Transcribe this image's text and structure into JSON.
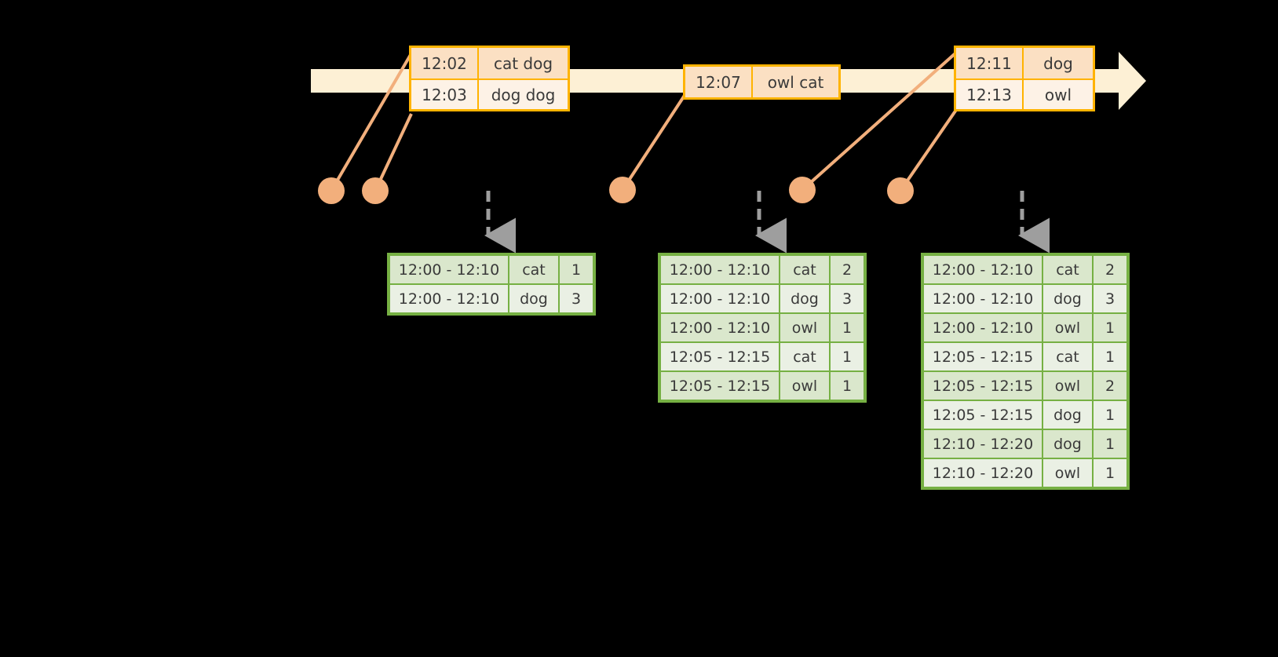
{
  "diagram": {
    "title": "sliding-window-word-count-timeline",
    "colors": {
      "background": "#000000",
      "timeline_bar": "#FDF0D5",
      "event_border": "#FFB300",
      "event_fill": "#FDF2E6",
      "event_fill_shade": "#FBE0C3",
      "table_border": "#76B043",
      "table_fill": "#EAF0E4",
      "table_fill_alt": "#DAE7CC",
      "connector": "#F2AF7C",
      "dashed_arrow": "#9E9E9E"
    }
  },
  "timeline": {
    "name": "event-timeline",
    "arrow_direction": "right"
  },
  "event_boxes": [
    {
      "name": "event-box-1",
      "rows": [
        {
          "time": "12:02",
          "words": "cat dog"
        },
        {
          "time": "12:03",
          "words": "dog dog"
        }
      ]
    },
    {
      "name": "event-box-2",
      "rows": [
        {
          "time": "12:07",
          "words": "owl cat"
        }
      ]
    },
    {
      "name": "event-box-3",
      "rows": [
        {
          "time": "12:11",
          "words": "dog"
        },
        {
          "time": "12:13",
          "words": "owl"
        }
      ]
    }
  ],
  "event_dots": [
    {
      "name": "event-dot-12-02"
    },
    {
      "name": "event-dot-12-03"
    },
    {
      "name": "event-dot-12-07"
    },
    {
      "name": "event-dot-12-11"
    },
    {
      "name": "event-dot-12-13"
    }
  ],
  "result_tables": [
    {
      "name": "result-table-1",
      "rows": [
        {
          "window": "12:00 - 12:10",
          "word": "cat",
          "count": "1"
        },
        {
          "window": "12:00 - 12:10",
          "word": "dog",
          "count": "3"
        }
      ]
    },
    {
      "name": "result-table-2",
      "rows": [
        {
          "window": "12:00 - 12:10",
          "word": "cat",
          "count": "2"
        },
        {
          "window": "12:00 - 12:10",
          "word": "dog",
          "count": "3"
        },
        {
          "window": "12:00 - 12:10",
          "word": "owl",
          "count": "1"
        },
        {
          "window": "12:05 - 12:15",
          "word": "cat",
          "count": "1"
        },
        {
          "window": "12:05 - 12:15",
          "word": "owl",
          "count": "1"
        }
      ]
    },
    {
      "name": "result-table-3",
      "rows": [
        {
          "window": "12:00 - 12:10",
          "word": "cat",
          "count": "2"
        },
        {
          "window": "12:00 - 12:10",
          "word": "dog",
          "count": "3"
        },
        {
          "window": "12:00 - 12:10",
          "word": "owl",
          "count": "1"
        },
        {
          "window": "12:05 - 12:15",
          "word": "cat",
          "count": "1"
        },
        {
          "window": "12:05 - 12:15",
          "word": "owl",
          "count": "2"
        },
        {
          "window": "12:05 - 12:15",
          "word": "dog",
          "count": "1"
        },
        {
          "window": "12:10 - 12:20",
          "word": "dog",
          "count": "1"
        },
        {
          "window": "12:10 - 12:20",
          "word": "owl",
          "count": "1"
        }
      ]
    }
  ]
}
